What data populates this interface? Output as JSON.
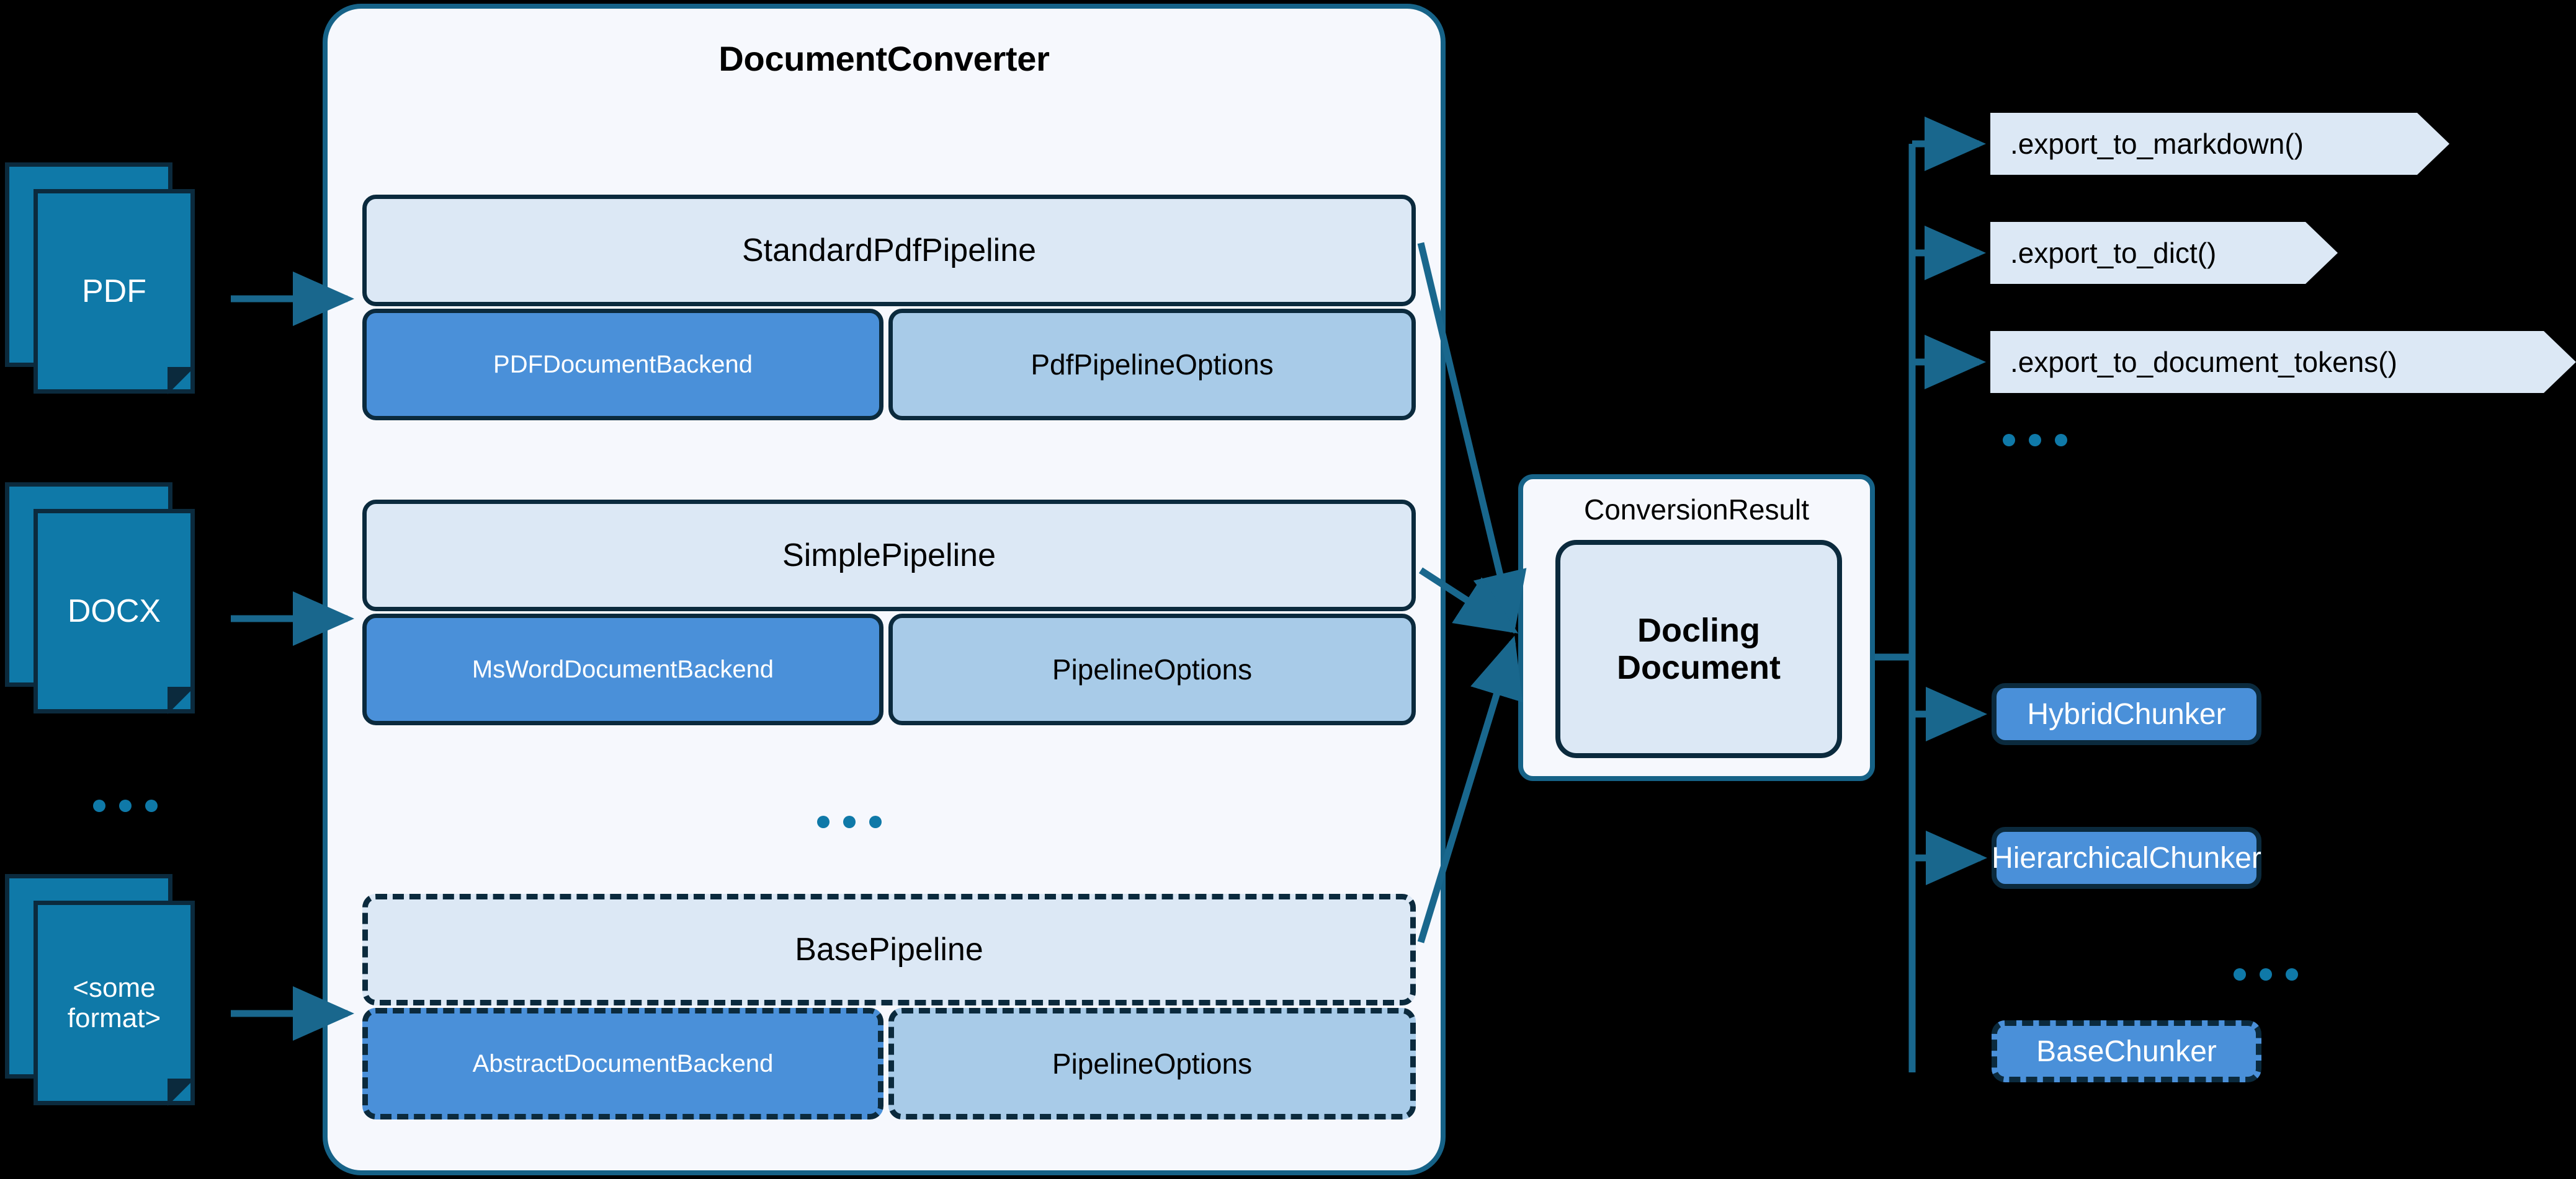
{
  "converter": {
    "title": "DocumentConverter",
    "ellipsis": "...",
    "pipelines": [
      {
        "name": "StandardPdfPipeline",
        "backend": "PDFDocumentBackend",
        "options": "PdfPipelineOptions",
        "style": "solid"
      },
      {
        "name": "SimplePipeline",
        "backend": "MsWordDocumentBackend",
        "options": "PipelineOptions",
        "style": "solid"
      },
      {
        "name": "BasePipeline",
        "backend": "AbstractDocumentBackend",
        "options": "PipelineOptions",
        "style": "dashed"
      }
    ]
  },
  "sources": [
    {
      "label": "PDF"
    },
    {
      "label": "DOCX"
    },
    {
      "label": "<some\nformat>"
    }
  ],
  "sources_ellipsis": "...",
  "result": {
    "label": "ConversionResult",
    "document_line1": "Docling",
    "document_line2": "Document"
  },
  "exports": [
    {
      "label": ".export_to_markdown()"
    },
    {
      "label": ".export_to_dict()"
    },
    {
      "label": ".export_to_document_tokens()"
    }
  ],
  "exports_ellipsis": "...",
  "chunkers": [
    {
      "label": "HybridChunker",
      "style": "solid"
    },
    {
      "label": "HierarchicalChunker",
      "style": "solid"
    },
    {
      "label": "BaseChunker",
      "style": "dashed"
    }
  ],
  "chunkers_ellipsis": "...",
  "colors": {
    "background": "#000000",
    "container_fill": "#f6f8fd",
    "container_border": "#166287",
    "pipeline_head": "#dce8f5",
    "backend_fill": "#4a90d9",
    "options_fill": "#a8cbe8",
    "box_border": "#0b2a3d",
    "doc_fill": "#0f79a8",
    "arrow": "#19678d",
    "export_fill": "#dce8f5"
  }
}
